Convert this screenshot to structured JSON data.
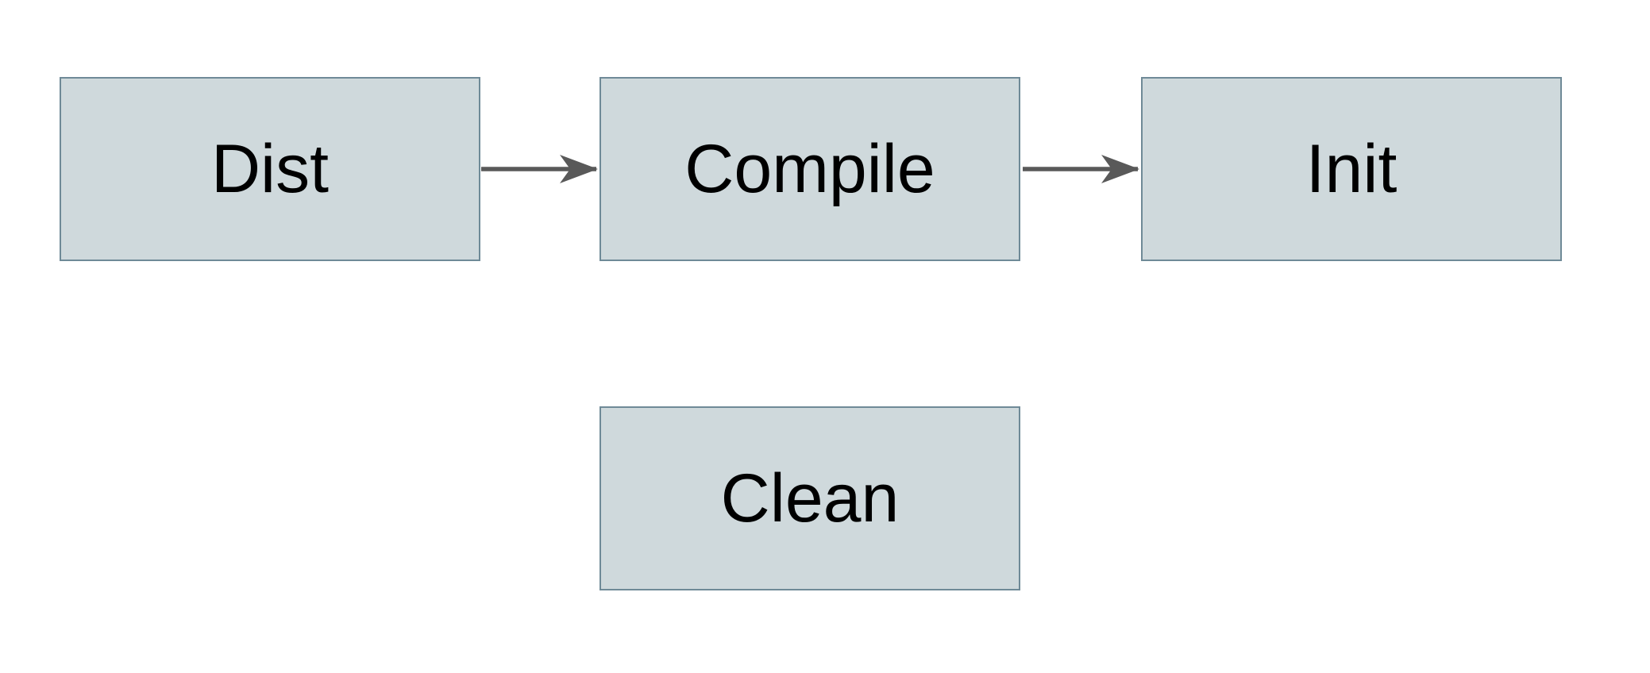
{
  "diagram": {
    "type": "flowchart",
    "nodes": [
      {
        "id": "dist",
        "label": "Dist"
      },
      {
        "id": "compile",
        "label": "Compile"
      },
      {
        "id": "init",
        "label": "Init"
      },
      {
        "id": "clean",
        "label": "Clean"
      }
    ],
    "edges": [
      {
        "from": "Dist",
        "to": "Compile",
        "style": "solid",
        "arrowhead": "barbed"
      },
      {
        "from": "Compile",
        "to": "Init",
        "style": "solid",
        "arrowhead": "barbed"
      }
    ],
    "colors": {
      "node_fill": "#cfd9dc",
      "node_border": "#6f8a97",
      "arrow": "#595959",
      "text": "#000000",
      "background": "#ffffff"
    }
  }
}
